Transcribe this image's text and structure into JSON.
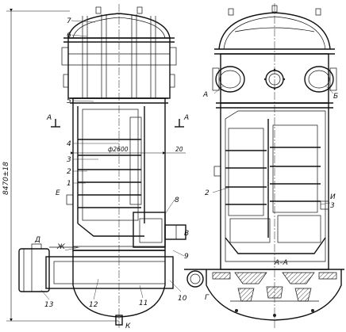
{
  "labels": {
    "overall_height": "8470±18",
    "inner_diameter": "ф2600",
    "gap_20": "20",
    "section_a_left": "А",
    "section_a_right": "А",
    "section_a_b": "А",
    "section_b": "Б",
    "section_title": "А–А",
    "callouts": [
      "1",
      "2",
      "3",
      "4",
      "5",
      "6",
      "7",
      "8",
      "9",
      "10",
      "11",
      "12",
      "13"
    ],
    "callout_2_right": "2",
    "callout_3_right": "3",
    "letter_E": "Е",
    "letter_D": "Д",
    "letter_Zh": "Ж",
    "letter_V": "В",
    "letter_G": "Г",
    "letter_K": "К",
    "letter_I": "И"
  }
}
